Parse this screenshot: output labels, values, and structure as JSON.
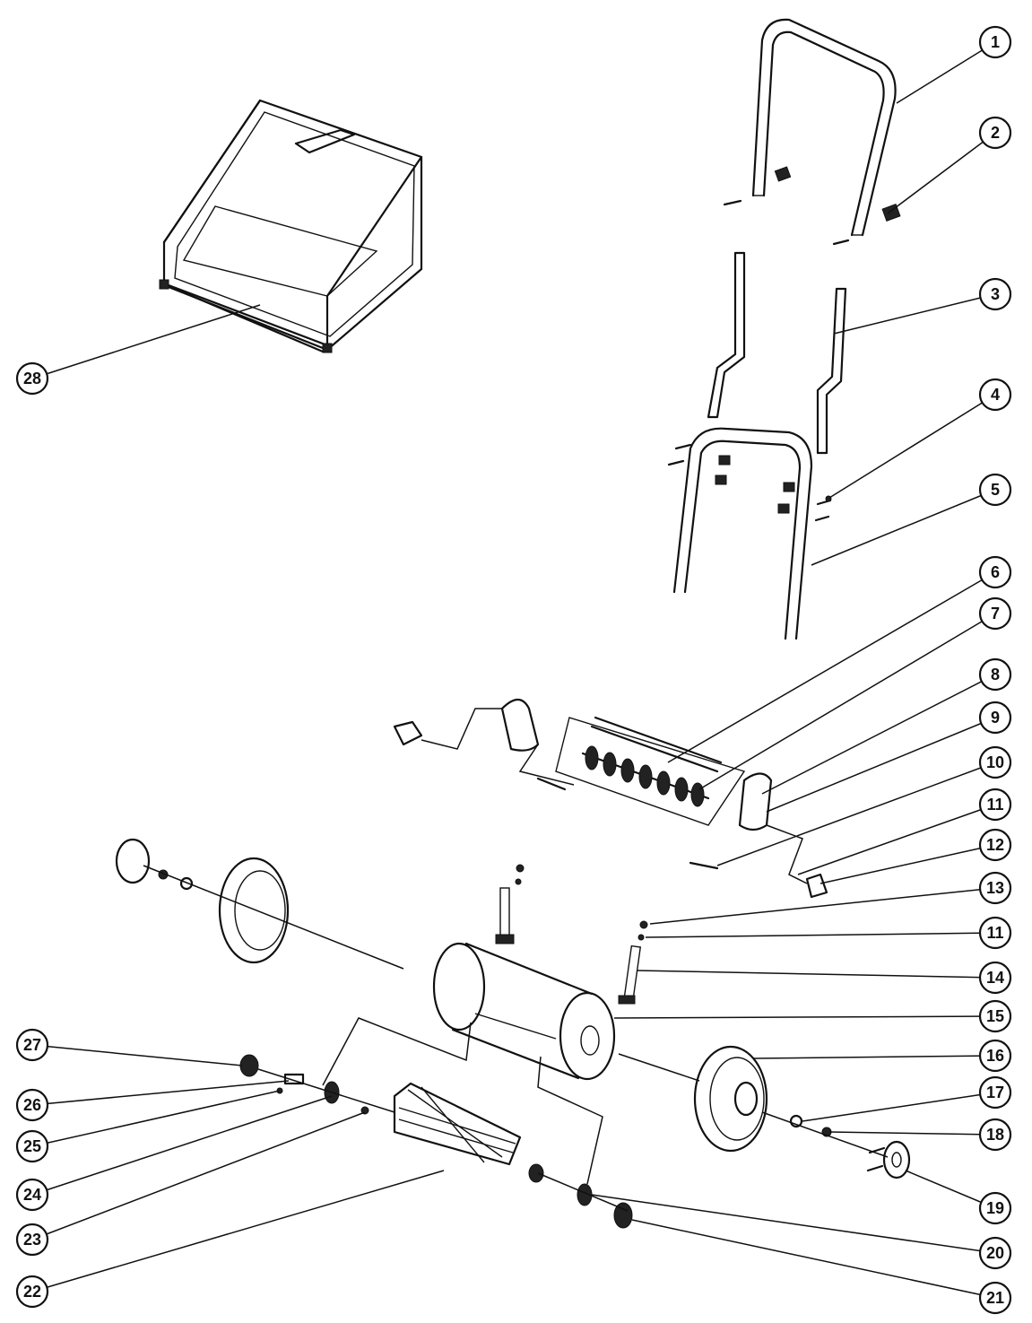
{
  "diagram": {
    "callouts": [
      {
        "label": "1"
      },
      {
        "label": "2"
      },
      {
        "label": "3"
      },
      {
        "label": "4"
      },
      {
        "label": "5"
      },
      {
        "label": "6"
      },
      {
        "label": "7"
      },
      {
        "label": "8"
      },
      {
        "label": "9"
      },
      {
        "label": "10"
      },
      {
        "label": "11"
      },
      {
        "label": "12"
      },
      {
        "label": "13"
      },
      {
        "label": "11"
      },
      {
        "label": "14"
      },
      {
        "label": "15"
      },
      {
        "label": "16"
      },
      {
        "label": "17"
      },
      {
        "label": "18"
      },
      {
        "label": "19"
      },
      {
        "label": "20"
      },
      {
        "label": "21"
      },
      {
        "label": "22"
      },
      {
        "label": "23"
      },
      {
        "label": "24"
      },
      {
        "label": "25"
      },
      {
        "label": "26"
      },
      {
        "label": "27"
      },
      {
        "label": "28"
      }
    ]
  }
}
